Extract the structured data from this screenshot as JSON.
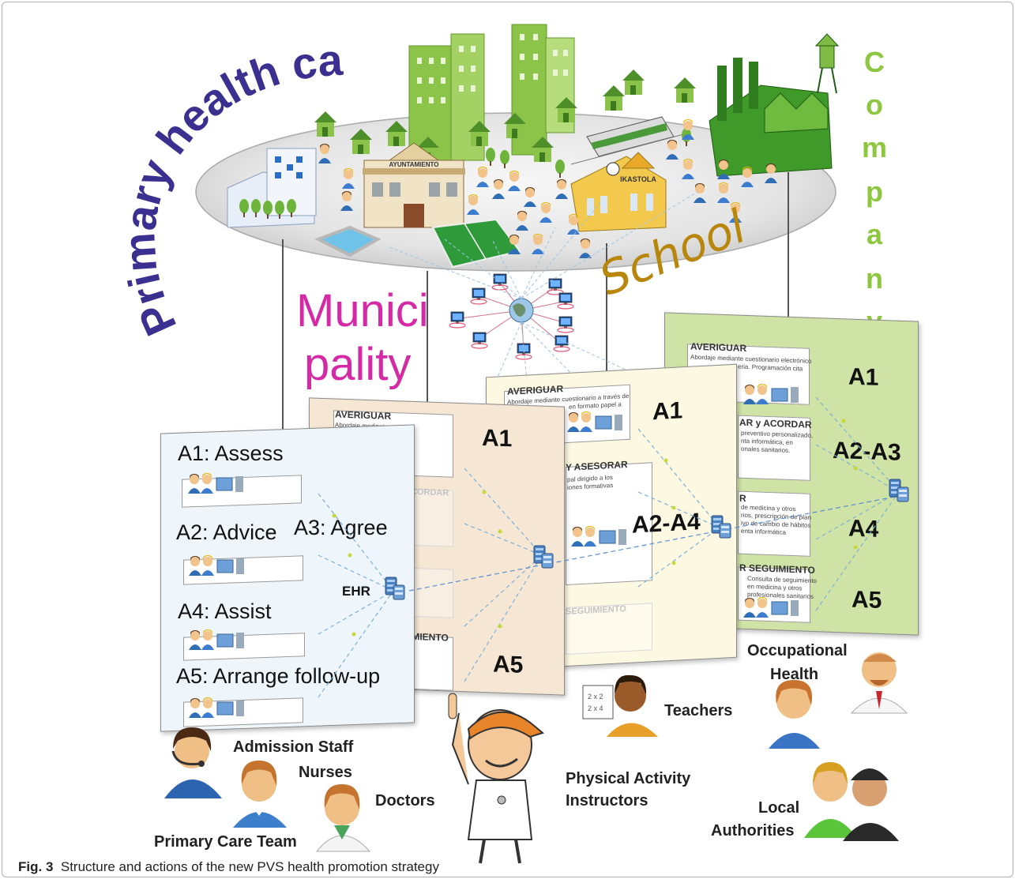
{
  "arc_title": "Primary health care",
  "company_label": "Company",
  "company_letters": [
    "C",
    "o",
    "m",
    "p",
    "a",
    "n",
    "y"
  ],
  "municipality_label_line1": "Munici",
  "municipality_label_line2": "pality",
  "school_label": "School",
  "building_signs": {
    "town_hall": "AYUNTAMIENTO",
    "school": "IKASTOLA"
  },
  "panels": {
    "front": {
      "items": [
        {
          "label": "A1: Assess"
        },
        {
          "label": "A2: Advice"
        },
        {
          "label": "A3: Agree"
        },
        {
          "label": "A4: Assist"
        },
        {
          "label": "A5: Arrange follow-up"
        }
      ],
      "ehr_label": "EHR"
    },
    "municipality": {
      "heading": "AVERIGUAR",
      "sub": "Abordaje mediante",
      "faint_label_1": "CORDAR",
      "faint_label_2": "IMIENTO",
      "codes": [
        "A1",
        "A5"
      ]
    },
    "school": {
      "heading": "AVERIGUAR",
      "sub_line1": "Abordaje mediante cuestionario a través de",
      "sub_line2": "en formato papel a",
      "heading2": "Y ASESORAR",
      "sub2_line1": "pal dirigido a los",
      "sub2_line2": "iones formativas",
      "faint_label": "SEGUIMIENTO",
      "codes": [
        "A1",
        "A2-A4"
      ]
    },
    "company": {
      "heading": "AVERIGUAR",
      "sub_line1": "Abordaje  mediante cuestionario electrónico",
      "sub_line2": "eria. Programación cita",
      "heading2": "AR y ACORDAR",
      "sub2_line1": "preventivo personalizado,",
      "sub2_line2": "nta informática, en",
      "sub2_line3": "onales sanitarios.",
      "heading3": "R",
      "sub3_line1": "de medicina y otros",
      "sub3_line2": "rios, prescripción de plan",
      "sub3_line3": "ivo de cambio de hábitos",
      "sub3_line4": "enta informática",
      "heading4": "R SEGUIMIENTO",
      "sub4_line1": "Consulta de seguimiento",
      "sub4_line2": "en medicina y otros",
      "sub4_line3": "profesionales sanitarios",
      "codes": [
        "A1",
        "A2-A3",
        "A4",
        "A5"
      ]
    }
  },
  "roles": {
    "admission_staff": "Admission Staff",
    "nurses": "Nurses",
    "doctors": "Doctors",
    "primary_care_team": "Primary Care Team",
    "pa_line1": "Physical Activity",
    "pa_line2": "Instructors",
    "teachers": "Teachers",
    "oh_line1": "Occupational",
    "oh_line2": "Health",
    "la_line1": "Local",
    "la_line2": "Authorities"
  },
  "caption": {
    "label": "Fig. 3",
    "text": "Structure and actions of the new PVS health promotion strategy"
  },
  "colors": {
    "title_navy": "#3b2f8f",
    "municipality_magenta": "#d42aa6",
    "school_gold": "#b8860b",
    "company_green": "#8dc63f",
    "front_panel": "#eef5fb",
    "municipality_panel": "#f5e7d3",
    "school_panel": "#fdf8e2",
    "company_panel": "#cfe3a6"
  }
}
